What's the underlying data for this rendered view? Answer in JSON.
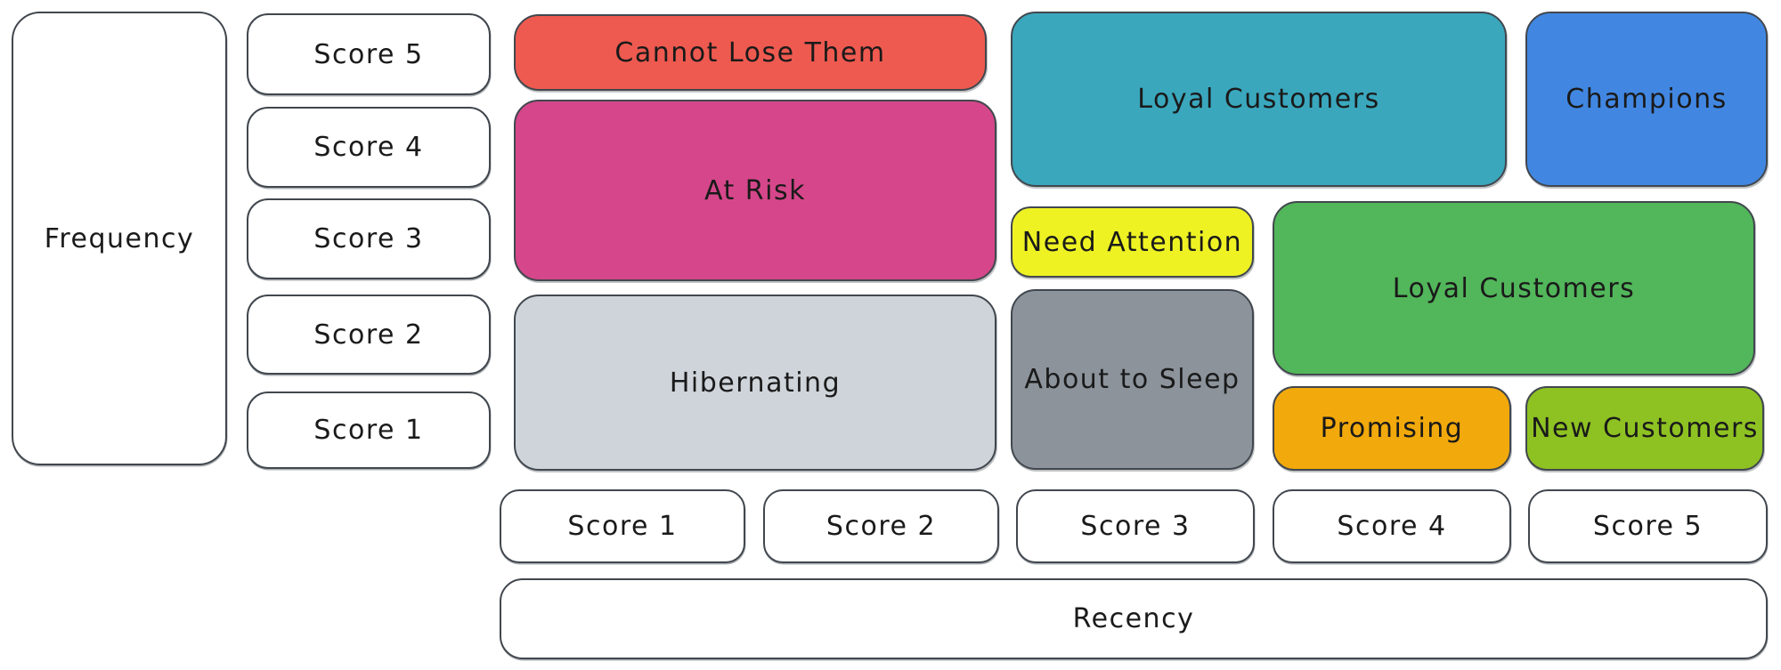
{
  "frequency_axis": {
    "label": "Frequency",
    "scores": [
      "Score 5",
      "Score 4",
      "Score 3",
      "Score 2",
      "Score 1"
    ]
  },
  "recency_axis": {
    "label": "Recency",
    "scores": [
      "Score 1",
      "Score 2",
      "Score 3",
      "Score 4",
      "Score 5"
    ]
  },
  "segments": {
    "cannot_lose_them": {
      "label": "Cannot Lose Them",
      "color": "#ee5a50"
    },
    "at_risk": {
      "label": "At Risk",
      "color": "#d5478a"
    },
    "hibernating": {
      "label": "Hibernating",
      "color": "#ced4da"
    },
    "loyal_customers_top": {
      "label": "Loyal Customers",
      "color": "#3aa7bd"
    },
    "champions": {
      "label": "Champions",
      "color": "#4187e2"
    },
    "need_attention": {
      "label": "Need Attention",
      "color": "#eef223"
    },
    "loyal_customers_right": {
      "label": "Loyal Customers",
      "color": "#52b65a"
    },
    "about_to_sleep": {
      "label": "About to Sleep",
      "color": "#8c939b"
    },
    "promising": {
      "label": "Promising",
      "color": "#f2a90b"
    },
    "new_customers": {
      "label": "New Customers",
      "color": "#8ec222"
    }
  },
  "style": {
    "border_color": "#41474e",
    "text_color": "#1a1a1a",
    "background": "#ffffff"
  }
}
